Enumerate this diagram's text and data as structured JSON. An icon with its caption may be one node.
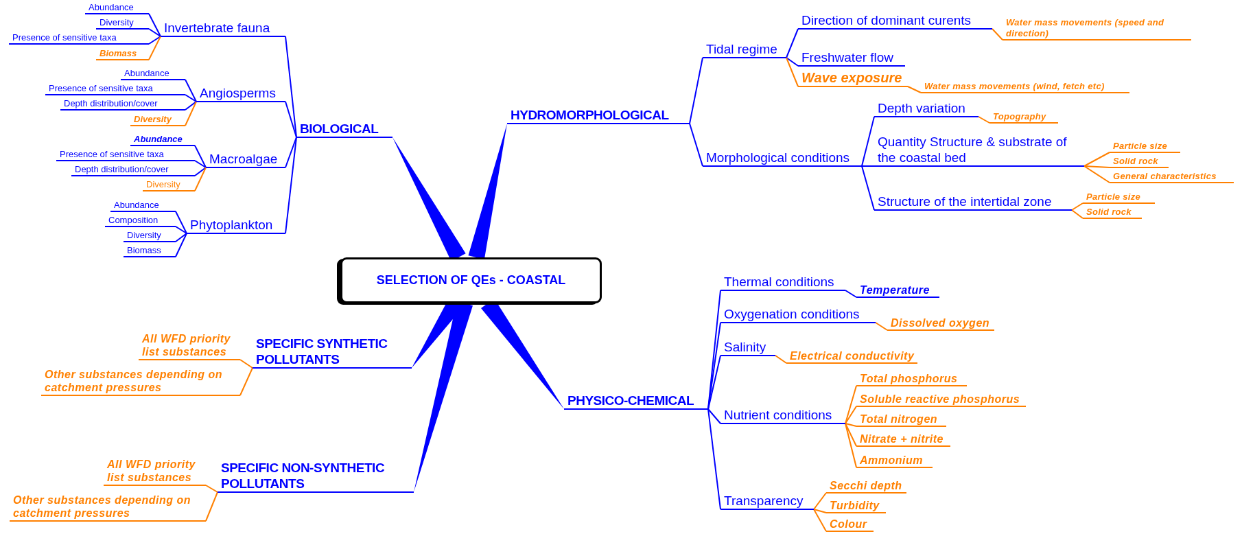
{
  "diagram": {
    "nodes": [
      {
        "text": [
          "SELECTION OF QEs - COASTAL"
        ]
      },
      {
        "text": [
          "BIOLOGICAL"
        ]
      },
      {
        "text": [
          "Invertebrate fauna"
        ]
      },
      {
        "text": [
          "Abundance"
        ]
      },
      {
        "text": [
          "Diversity"
        ]
      },
      {
        "text": [
          "Presence of sensitive taxa"
        ]
      },
      {
        "text": [
          "Biomass"
        ]
      },
      {
        "text": [
          "Angiosperms"
        ]
      },
      {
        "text": [
          "Abundance"
        ]
      },
      {
        "text": [
          "Presence of sensitive taxa"
        ]
      },
      {
        "text": [
          "Depth distribution/cover"
        ]
      },
      {
        "text": [
          "Diversity"
        ]
      },
      {
        "text": [
          "Macroalgae"
        ]
      },
      {
        "text": [
          "Abundance"
        ]
      },
      {
        "text": [
          "Presence of sensitive taxa"
        ]
      },
      {
        "text": [
          "Depth distribution/cover"
        ]
      },
      {
        "text": [
          "Diversity"
        ]
      },
      {
        "text": [
          "Phytoplankton"
        ]
      },
      {
        "text": [
          "Abundance"
        ]
      },
      {
        "text": [
          "Composition"
        ]
      },
      {
        "text": [
          "Diversity"
        ]
      },
      {
        "text": [
          "Biomass"
        ]
      },
      {
        "text": [
          "HYDROMORPHOLOGICAL"
        ]
      },
      {
        "text": [
          "Tidal regime"
        ]
      },
      {
        "text": [
          "Direction of dominant curents"
        ]
      },
      {
        "text": [
          "Water mass movements (speed and direction)"
        ]
      },
      {
        "text": [
          "Freshwater flow"
        ]
      },
      {
        "text": [
          "Wave exposure"
        ]
      },
      {
        "text": [
          "Water mass movements (wind, fetch etc)"
        ]
      },
      {
        "text": [
          "Morphological conditions"
        ]
      },
      {
        "text": [
          "Depth variation"
        ]
      },
      {
        "text": [
          "Topography"
        ]
      },
      {
        "text": [
          "Quantity Structure & substrate of the coastal bed"
        ]
      },
      {
        "text": [
          "Particle size"
        ]
      },
      {
        "text": [
          "Solid rock"
        ]
      },
      {
        "text": [
          "General characteristics"
        ]
      },
      {
        "text": [
          "Structure of the intertidal zone"
        ]
      },
      {
        "text": [
          "Particle size"
        ]
      },
      {
        "text": [
          "Solid rock"
        ]
      },
      {
        "text": [
          "PHYSICO-CHEMICAL"
        ]
      },
      {
        "text": [
          "Thermal conditions"
        ]
      },
      {
        "text": [
          "Temperature"
        ]
      },
      {
        "text": [
          "Oxygenation conditions"
        ]
      },
      {
        "text": [
          "Dissolved oxygen"
        ]
      },
      {
        "text": [
          "Salinity"
        ]
      },
      {
        "text": [
          "Electrical conductivity"
        ]
      },
      {
        "text": [
          "Nutrient conditions"
        ]
      },
      {
        "text": [
          "Total phosphorus"
        ]
      },
      {
        "text": [
          "Soluble reactive phosphorus"
        ]
      },
      {
        "text": [
          "Total nitrogen"
        ]
      },
      {
        "text": [
          "Nitrate + nitrite"
        ]
      },
      {
        "text": [
          "Ammonium"
        ]
      },
      {
        "text": [
          "Transparency"
        ]
      },
      {
        "text": [
          "Secchi depth"
        ]
      },
      {
        "text": [
          "Turbidity"
        ]
      },
      {
        "text": [
          "Colour"
        ]
      },
      {
        "text": [
          "SPECIFIC SYNTHETIC POLLUTANTS"
        ]
      },
      {
        "text": [
          "All WFD priority list substances"
        ]
      },
      {
        "text": [
          "Other substances depending on catchment pressures"
        ]
      },
      {
        "text": [
          "SPECIFIC NON-SYNTHETIC POLLUTANTS"
        ]
      },
      {
        "text": [
          "All WFD priority list substances"
        ]
      },
      {
        "text": [
          "Other substances depending on catchment pressures"
        ]
      }
    ],
    "edges": [
      {
        "from": 0,
        "to": 1,
        "arrow": "none",
        "style": "thick"
      },
      {
        "from": 1,
        "to": 2,
        "arrow": "none"
      },
      {
        "from": 2,
        "to": 3,
        "arrow": "none"
      },
      {
        "from": 2,
        "to": 4,
        "arrow": "none"
      },
      {
        "from": 2,
        "to": 5,
        "arrow": "none"
      },
      {
        "from": 2,
        "to": 6,
        "arrow": "none",
        "color": "#ff8000"
      },
      {
        "from": 1,
        "to": 7,
        "arrow": "none"
      },
      {
        "from": 7,
        "to": 8,
        "arrow": "none"
      },
      {
        "from": 7,
        "to": 9,
        "arrow": "none"
      },
      {
        "from": 7,
        "to": 10,
        "arrow": "none"
      },
      {
        "from": 7,
        "to": 11,
        "arrow": "none",
        "color": "#ff8000"
      },
      {
        "from": 1,
        "to": 12,
        "arrow": "none"
      },
      {
        "from": 12,
        "to": 13,
        "arrow": "none"
      },
      {
        "from": 12,
        "to": 14,
        "arrow": "none"
      },
      {
        "from": 12,
        "to": 15,
        "arrow": "none"
      },
      {
        "from": 12,
        "to": 16,
        "arrow": "none",
        "color": "#ff8000"
      },
      {
        "from": 1,
        "to": 17,
        "arrow": "none"
      },
      {
        "from": 17,
        "to": 18,
        "arrow": "none"
      },
      {
        "from": 17,
        "to": 19,
        "arrow": "none"
      },
      {
        "from": 17,
        "to": 20,
        "arrow": "none"
      },
      {
        "from": 17,
        "to": 21,
        "arrow": "none"
      },
      {
        "from": 0,
        "to": 22,
        "arrow": "none",
        "style": "thick"
      },
      {
        "from": 22,
        "to": 23,
        "arrow": "none"
      },
      {
        "from": 23,
        "to": 24,
        "arrow": "none"
      },
      {
        "from": 24,
        "to": 25,
        "arrow": "none",
        "color": "#ff8000"
      },
      {
        "from": 23,
        "to": 26,
        "arrow": "none"
      },
      {
        "from": 23,
        "to": 27,
        "arrow": "none",
        "color": "#ff8000"
      },
      {
        "from": 27,
        "to": 28,
        "arrow": "none",
        "color": "#ff8000"
      },
      {
        "from": 22,
        "to": 29,
        "arrow": "none"
      },
      {
        "from": 29,
        "to": 30,
        "arrow": "none"
      },
      {
        "from": 30,
        "to": 31,
        "arrow": "none",
        "color": "#ff8000"
      },
      {
        "from": 29,
        "to": 32,
        "arrow": "none"
      },
      {
        "from": 32,
        "to": 33,
        "arrow": "none",
        "color": "#ff8000"
      },
      {
        "from": 32,
        "to": 34,
        "arrow": "none",
        "color": "#ff8000"
      },
      {
        "from": 32,
        "to": 35,
        "arrow": "none",
        "color": "#ff8000"
      },
      {
        "from": 29,
        "to": 36,
        "arrow": "none"
      },
      {
        "from": 36,
        "to": 37,
        "arrow": "none",
        "color": "#ff8000"
      },
      {
        "from": 36,
        "to": 38,
        "arrow": "none",
        "color": "#ff8000"
      },
      {
        "from": 0,
        "to": 39,
        "arrow": "none",
        "style": "thick"
      },
      {
        "from": 39,
        "to": 40,
        "arrow": "none"
      },
      {
        "from": 40,
        "to": 41,
        "arrow": "none"
      },
      {
        "from": 39,
        "to": 42,
        "arrow": "none"
      },
      {
        "from": 42,
        "to": 43,
        "arrow": "none",
        "color": "#ff8000"
      },
      {
        "from": 39,
        "to": 44,
        "arrow": "none"
      },
      {
        "from": 44,
        "to": 45,
        "arrow": "none",
        "color": "#ff8000"
      },
      {
        "from": 39,
        "to": 46,
        "arrow": "none"
      },
      {
        "from": 46,
        "to": 47,
        "arrow": "none",
        "color": "#ff8000"
      },
      {
        "from": 46,
        "to": 48,
        "arrow": "none",
        "color": "#ff8000"
      },
      {
        "from": 46,
        "to": 49,
        "arrow": "none",
        "color": "#ff8000"
      },
      {
        "from": 46,
        "to": 50,
        "arrow": "none",
        "color": "#ff8000"
      },
      {
        "from": 46,
        "to": 51,
        "arrow": "none",
        "color": "#ff8000"
      },
      {
        "from": 39,
        "to": 52,
        "arrow": "none"
      },
      {
        "from": 52,
        "to": 53,
        "arrow": "none",
        "color": "#ff8000"
      },
      {
        "from": 52,
        "to": 54,
        "arrow": "none",
        "color": "#ff8000"
      },
      {
        "from": 52,
        "to": 55,
        "arrow": "none",
        "color": "#ff8000"
      },
      {
        "from": 0,
        "to": 56,
        "arrow": "none",
        "style": "thick"
      },
      {
        "from": 56,
        "to": 57,
        "arrow": "none",
        "color": "#ff8000"
      },
      {
        "from": 56,
        "to": 58,
        "arrow": "none",
        "color": "#ff8000"
      },
      {
        "from": 0,
        "to": 59,
        "arrow": "none",
        "style": "thick"
      },
      {
        "from": 59,
        "to": 60,
        "arrow": "none",
        "color": "#ff8000"
      },
      {
        "from": 59,
        "to": 61,
        "arrow": "none",
        "color": "#ff8000"
      }
    ]
  }
}
